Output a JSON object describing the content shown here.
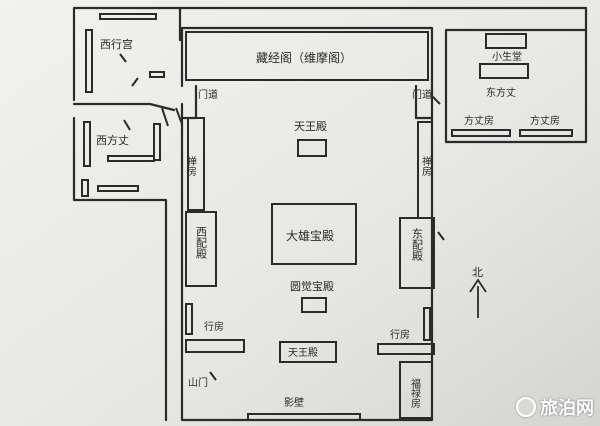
{
  "labels": {
    "xixing_gong": "西行宫",
    "xi_fangzhang": "西方丈",
    "cangjing_ge": "藏经阁（维摩阁）",
    "men_left": "门道",
    "men_right": "门道",
    "tianwang_dian": "天王殿",
    "chan_fang_left": "禅房",
    "chan_fang_right": "禅房",
    "xi_pei_dian": "西配殿",
    "dong_pei_dian": "东配殿",
    "daxiong_baodian": "大雄宝殿",
    "yuanjue_baodian": "圆觉宝殿",
    "xing_fang_left": "行房",
    "xing_fang_right": "行房",
    "tianwang_dian_2": "天王殿",
    "dian_men": "山门",
    "ying_bi": "影壁",
    "xiao_shengtang": "小生堂",
    "dong_fangzhang": "东方丈",
    "fang_ting_1": "方丈房",
    "fang_ting_2": "方丈房",
    "fu_lu_fang": "福禄房",
    "north": "北"
  },
  "watermark": {
    "text": "旅泊网"
  }
}
